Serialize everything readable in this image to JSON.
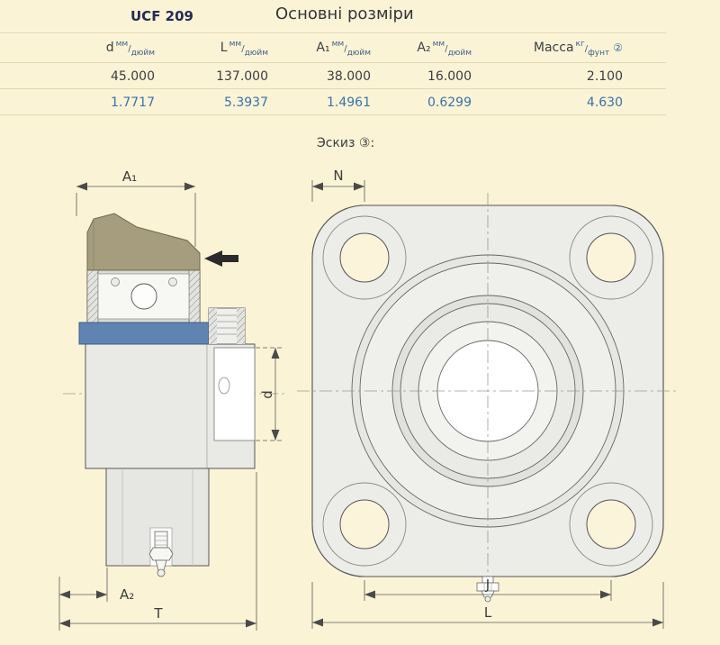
{
  "header": {
    "model": "UCF 209",
    "title": "Основні розміри"
  },
  "table": {
    "unit_separator": "/",
    "columns": [
      {
        "label": "d",
        "unit_top": "мм",
        "unit_bottom": "дюйм"
      },
      {
        "label": "L",
        "unit_top": "мм",
        "unit_bottom": "дюйм"
      },
      {
        "label": "A₁",
        "unit_top": "мм",
        "unit_bottom": "дюйм"
      },
      {
        "label": "A₂",
        "unit_top": "мм",
        "unit_bottom": "дюйм"
      },
      {
        "label": "Масса",
        "unit_top": "кг",
        "unit_bottom": "фунт",
        "note": "②"
      }
    ],
    "row_mm": [
      "45.000",
      "137.000",
      "38.000",
      "16.000",
      "2.100"
    ],
    "row_inch": [
      "1.7717",
      "5.3937",
      "1.4961",
      "0.6299",
      "4.630"
    ]
  },
  "sketch_label": "Эскиз ③:",
  "dimension_labels": {
    "a1": "A₁",
    "a2": "A₂",
    "t": "T",
    "d": "d",
    "n": "N",
    "j": "J",
    "l": "L"
  },
  "colors": {
    "background": "#fbf3d6",
    "inch_blue": "#3a72ab",
    "insert_ring_blue": "#5f84b2",
    "cap_olive": "#a69c7e"
  }
}
